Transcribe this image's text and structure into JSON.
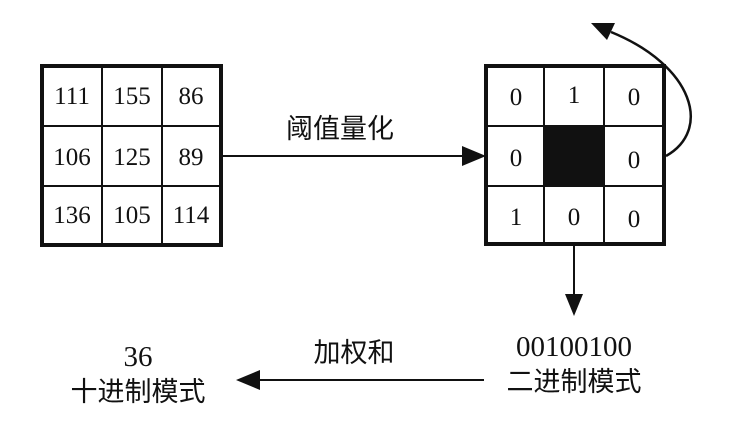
{
  "input_grid": [
    [
      "111",
      "155",
      "86"
    ],
    [
      "106",
      "125",
      "89"
    ],
    [
      "136",
      "105",
      "114"
    ]
  ],
  "binary_grid": [
    [
      "0",
      "1",
      "0"
    ],
    [
      "0",
      "",
      "0"
    ],
    [
      "1",
      "0",
      "0"
    ]
  ],
  "labels": {
    "threshold": "阈值量化",
    "weighted_sum": "加权和",
    "binary_value": "00100100",
    "binary_mode": "二进制模式",
    "decimal_value": "36",
    "decimal_mode": "十进制模式"
  },
  "colors": {
    "line": "#111111",
    "center_fill": "#111111",
    "background": "#ffffff"
  }
}
